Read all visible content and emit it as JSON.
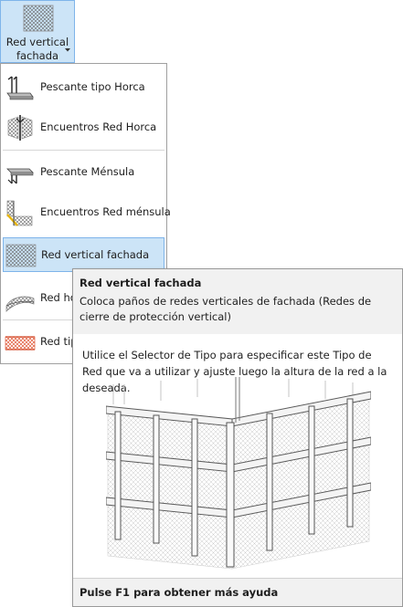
{
  "ribbon_button": {
    "label_line1": "Red vertical",
    "label_line2": "fachada"
  },
  "menu": {
    "items": [
      {
        "label": "Pescante tipo Horca",
        "icon": "gallows-davit-icon"
      },
      {
        "label": "Encuentros Red Horca",
        "icon": "gallows-net-junction-icon"
      },
      {
        "label": "Pescante Ménsula",
        "icon": "bracket-davit-icon"
      },
      {
        "label": "Encuentros Red ménsula",
        "icon": "bracket-net-junction-icon"
      },
      {
        "label": "Red vertical fachada",
        "icon": "vertical-facade-net-icon",
        "selected": true
      },
      {
        "label": "Red ho",
        "icon": "horizontal-net-icon"
      },
      {
        "label": "Red tip",
        "icon": "net-type-icon"
      }
    ]
  },
  "tooltip": {
    "title": "Red vertical fachada",
    "description": "Coloca paños de redes verticales de fachada (Redes de cierre de protección vertical)",
    "body": "Utilice el Selector de Tipo para especificar este Tipo de Red que va a utilizar y ajuste luego la altura de la red a la deseada.",
    "footer": "Pulse F1 para obtener más ayuda"
  },
  "colors": {
    "selection_fill": "#cce4f7",
    "selection_border": "#7eb4ea",
    "red_net": "#e05a3a"
  }
}
